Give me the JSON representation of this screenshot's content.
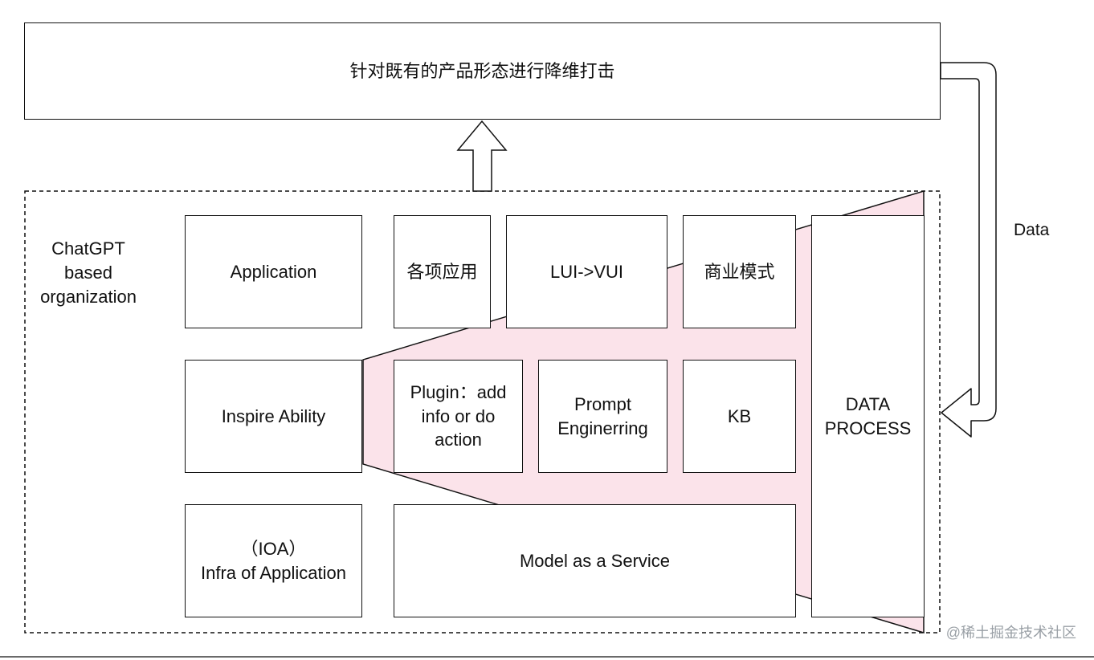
{
  "top_banner": "针对既有的产品形态进行降维打击",
  "org_label": "ChatGPT\nbased\norganization",
  "data_label": "Data",
  "rows": {
    "application": {
      "title": "Application",
      "items": [
        "各项应用",
        "LUI->VUI",
        "商业模式"
      ]
    },
    "inspire": {
      "title": "Inspire Ability",
      "items": [
        "Plugin：add info or do action",
        "Prompt Enginerring",
        "KB"
      ]
    },
    "infra": {
      "title": "（IOA）\nInfra of Application",
      "items": [
        "Model as a Service"
      ]
    }
  },
  "data_process": "DATA\nPROCESS",
  "watermark": "@稀土掘金技术社区",
  "colors": {
    "funnel_fill": "#fbe3ea",
    "stroke": "#111111"
  }
}
